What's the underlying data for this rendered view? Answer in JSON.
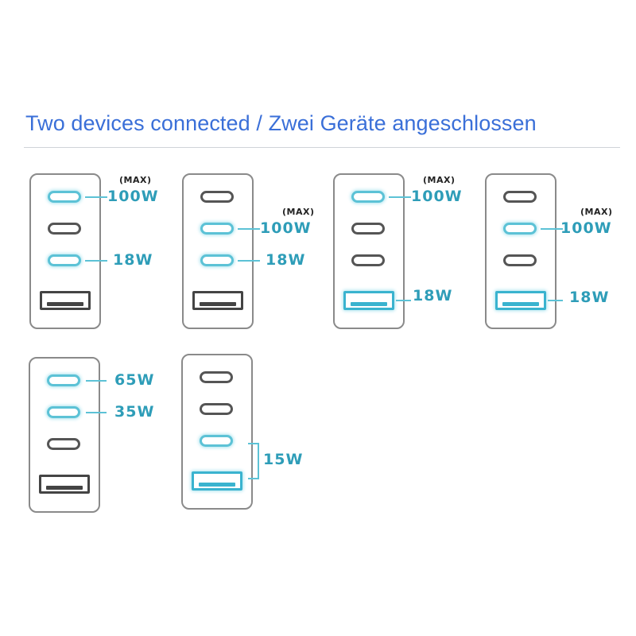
{
  "title": "Two devices connected / Zwei Geräte angeschlossen",
  "colors": {
    "title": "#3a6fd8",
    "label": "#2e9db8",
    "active_port": "#5cc2d6",
    "inactive_port": "#555555",
    "outline": "#8a8a8a",
    "rule": "#cfd3d8"
  },
  "max_tag": "(MAX)",
  "configurations": [
    {
      "ports": [
        {
          "type": "usb-c",
          "active": true
        },
        {
          "type": "usb-c",
          "active": false
        },
        {
          "type": "usb-c",
          "active": true
        },
        {
          "type": "usb-a",
          "active": false
        }
      ],
      "outputs": [
        {
          "port": 1,
          "label": "100W",
          "max": true
        },
        {
          "port": 3,
          "label": "18W",
          "max": false
        }
      ]
    },
    {
      "ports": [
        {
          "type": "usb-c",
          "active": false
        },
        {
          "type": "usb-c",
          "active": true
        },
        {
          "type": "usb-c",
          "active": true
        },
        {
          "type": "usb-a",
          "active": false
        }
      ],
      "outputs": [
        {
          "port": 2,
          "label": "100W",
          "max": true
        },
        {
          "port": 3,
          "label": "18W",
          "max": false
        }
      ]
    },
    {
      "ports": [
        {
          "type": "usb-c",
          "active": true
        },
        {
          "type": "usb-c",
          "active": false
        },
        {
          "type": "usb-c",
          "active": false
        },
        {
          "type": "usb-a",
          "active": true
        }
      ],
      "outputs": [
        {
          "port": 1,
          "label": "100W",
          "max": true
        },
        {
          "port": 4,
          "label": "18W",
          "max": false
        }
      ]
    },
    {
      "ports": [
        {
          "type": "usb-c",
          "active": false
        },
        {
          "type": "usb-c",
          "active": true
        },
        {
          "type": "usb-c",
          "active": false
        },
        {
          "type": "usb-a",
          "active": true
        }
      ],
      "outputs": [
        {
          "port": 2,
          "label": "100W",
          "max": true
        },
        {
          "port": 4,
          "label": "18W",
          "max": false
        }
      ]
    },
    {
      "ports": [
        {
          "type": "usb-c",
          "active": true
        },
        {
          "type": "usb-c",
          "active": true
        },
        {
          "type": "usb-c",
          "active": false
        },
        {
          "type": "usb-a",
          "active": false
        }
      ],
      "outputs": [
        {
          "port": 1,
          "label": "65W",
          "max": false
        },
        {
          "port": 2,
          "label": "35W",
          "max": false
        }
      ]
    },
    {
      "ports": [
        {
          "type": "usb-c",
          "active": false
        },
        {
          "type": "usb-c",
          "active": false
        },
        {
          "type": "usb-c",
          "active": true
        },
        {
          "type": "usb-a",
          "active": true
        }
      ],
      "outputs": [
        {
          "ports": [
            3,
            4
          ],
          "label": "15W",
          "max": false,
          "shared": true
        }
      ]
    }
  ]
}
